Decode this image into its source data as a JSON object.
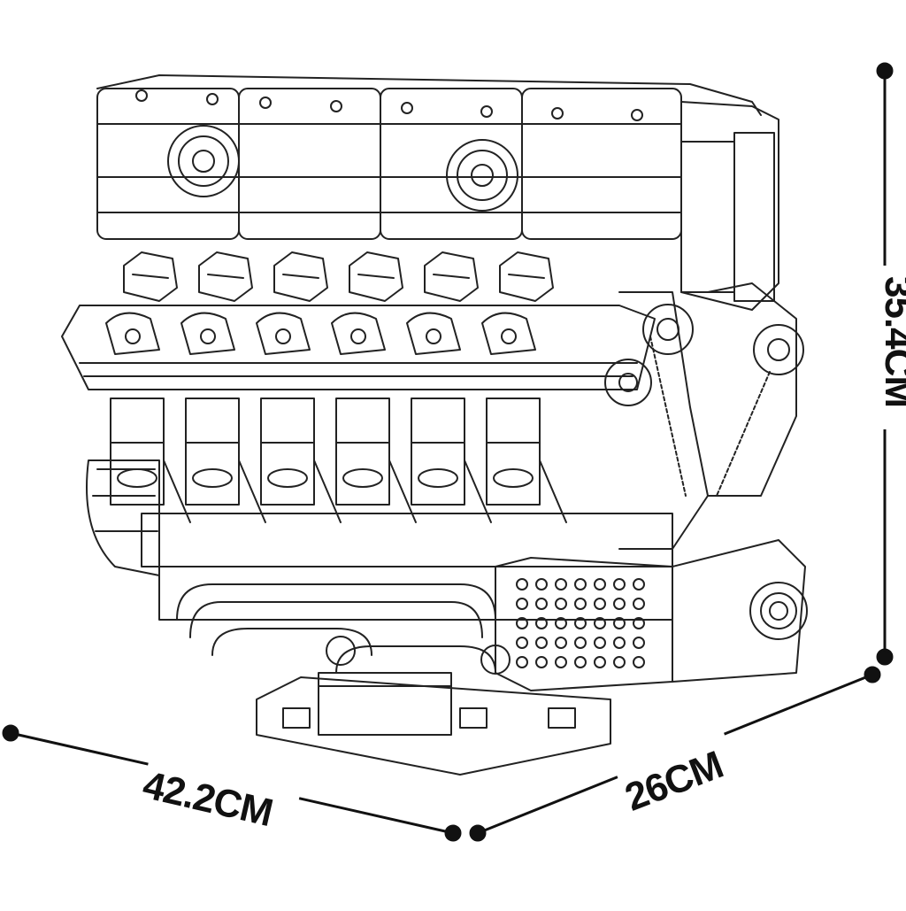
{
  "dimensions": {
    "width": "42.2CM",
    "depth": "26CM",
    "height": "35.4CM"
  },
  "colors": {
    "line": "#111111",
    "background": "#ffffff"
  },
  "illustration": {
    "cylinders_per_bank": 6,
    "pulleys": 2
  }
}
